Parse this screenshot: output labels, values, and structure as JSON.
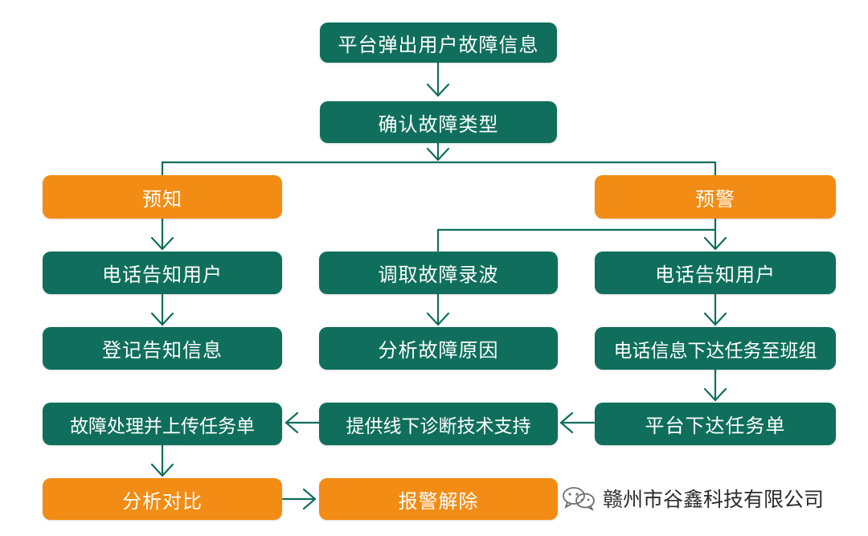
{
  "nodes": {
    "n1": {
      "label": "平台弹出用户故障信息",
      "color": "#0f6f5c"
    },
    "n2": {
      "label": "确认故障类型",
      "color": "#0f6f5c"
    },
    "n3": {
      "label": "预知",
      "color": "#f28c14"
    },
    "n4": {
      "label": "预警",
      "color": "#f28c14"
    },
    "n5": {
      "label": "电话告知用户",
      "color": "#0f6f5c"
    },
    "n6": {
      "label": "调取故障录波",
      "color": "#0f6f5c"
    },
    "n7": {
      "label": "电话告知用户",
      "color": "#0f6f5c"
    },
    "n8": {
      "label": "登记告知信息",
      "color": "#0f6f5c"
    },
    "n9": {
      "label": "分析故障原因",
      "color": "#0f6f5c"
    },
    "n10": {
      "label": "电话信息下达任务至班组",
      "color": "#0f6f5c"
    },
    "n11": {
      "label": "故障处理并上传任务单",
      "color": "#0f6f5c"
    },
    "n12": {
      "label": "提供线下诊断技术支持",
      "color": "#0f6f5c"
    },
    "n13": {
      "label": "平台下达任务单",
      "color": "#0f6f5c"
    },
    "n14": {
      "label": "分析对比",
      "color": "#f28c14"
    },
    "n15": {
      "label": "报警解除",
      "color": "#f28c14"
    }
  },
  "edges": [
    [
      "n1",
      "n2"
    ],
    [
      "n2",
      "n3"
    ],
    [
      "n2",
      "n4"
    ],
    [
      "n3",
      "n5"
    ],
    [
      "n4",
      "n7"
    ],
    [
      "n4",
      "n6"
    ],
    [
      "n5",
      "n8"
    ],
    [
      "n6",
      "n9"
    ],
    [
      "n7",
      "n10"
    ],
    [
      "n10",
      "n13"
    ],
    [
      "n13",
      "n12"
    ],
    [
      "n12",
      "n11"
    ],
    [
      "n11",
      "n14"
    ],
    [
      "n14",
      "n15"
    ]
  ],
  "connector_color": "#0f6f5c",
  "watermark": {
    "icon": "wechat-icon",
    "text": "赣州市谷鑫科技有限公司"
  }
}
